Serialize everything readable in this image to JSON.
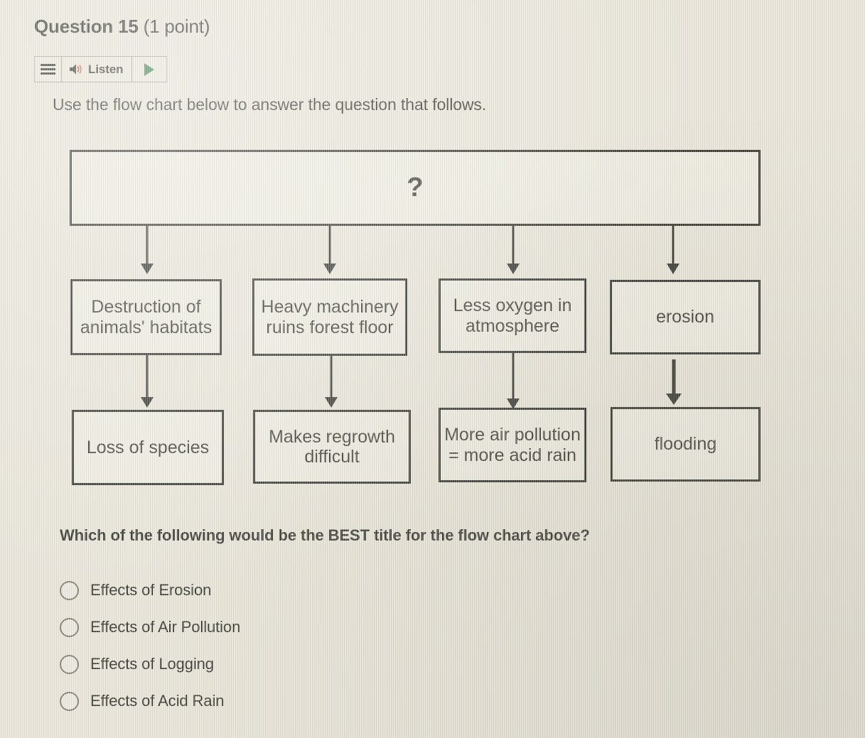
{
  "header": {
    "question_number": "Question 15",
    "points": "(1 point)"
  },
  "toolbar": {
    "menu_icon": "hamburger-menu-icon",
    "listen_label": "Listen",
    "speaker_icon": "speaker-icon",
    "play_icon": "play-triangle-icon"
  },
  "prompt": "Use the flow chart below to answer the question that follows.",
  "chart_data": {
    "type": "diagram",
    "title": "?",
    "nodes": [
      {
        "id": "title",
        "label": "?",
        "row": 0,
        "column": 0
      },
      {
        "id": "habitats",
        "label": "Destruction of animals' habitats",
        "row": 1,
        "column": 1
      },
      {
        "id": "machinery",
        "label": "Heavy machinery ruins forest floor",
        "row": 1,
        "column": 2
      },
      {
        "id": "oxygen",
        "label": "Less oxygen in atmosphere",
        "row": 1,
        "column": 3
      },
      {
        "id": "erosion",
        "label": "erosion",
        "row": 1,
        "column": 4
      },
      {
        "id": "species",
        "label": "Loss of species",
        "row": 2,
        "column": 1
      },
      {
        "id": "regrowth",
        "label": "Makes regrowth difficult",
        "row": 2,
        "column": 2
      },
      {
        "id": "acidrain",
        "label": "More air pollution = more acid rain",
        "row": 2,
        "column": 3
      },
      {
        "id": "flooding",
        "label": "flooding",
        "row": 2,
        "column": 4
      }
    ],
    "edges": [
      {
        "from": "title",
        "to": "habitats"
      },
      {
        "from": "title",
        "to": "machinery"
      },
      {
        "from": "title",
        "to": "oxygen"
      },
      {
        "from": "title",
        "to": "erosion"
      },
      {
        "from": "habitats",
        "to": "species"
      },
      {
        "from": "machinery",
        "to": "regrowth"
      },
      {
        "from": "oxygen",
        "to": "acidrain"
      },
      {
        "from": "erosion",
        "to": "flooding"
      }
    ]
  },
  "flowchart": {
    "top_box": "?",
    "row1": [
      "Destruction of animals' habitats",
      "Heavy machinery ruins forest floor",
      "Less oxygen in atmosphere",
      "erosion"
    ],
    "row2": [
      "Loss of species",
      "Makes regrowth difficult",
      "More air pollution = more acid rain",
      "flooding"
    ]
  },
  "mc_question": "Which of the following would be the BEST title for the flow chart above?",
  "options": [
    {
      "label": "Effects of Erosion",
      "selected": false
    },
    {
      "label": "Effects of Air Pollution",
      "selected": false
    },
    {
      "label": "Effects of Logging",
      "selected": false
    },
    {
      "label": "Effects of Acid Rain",
      "selected": false
    }
  ],
  "colors": {
    "background": "#e7e4d7",
    "text": "#2e2e28",
    "box_border": "#2a2a24",
    "play_green": "#2e7d43",
    "speaker_accent": "#b4441f"
  }
}
